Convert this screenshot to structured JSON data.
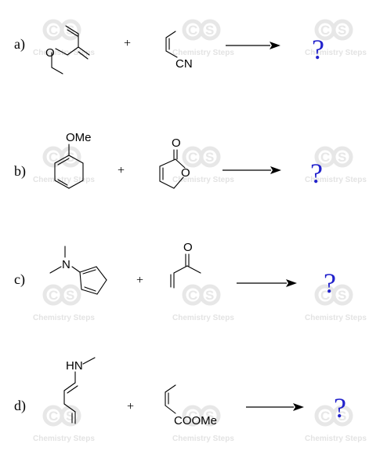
{
  "watermark": {
    "text": "Chemistry Steps",
    "letters": [
      "C",
      "S"
    ]
  },
  "colors": {
    "question_mark": "#2222cc",
    "ink": "#000000",
    "watermark": "#e5e5e5"
  },
  "problems": [
    {
      "label": "a)",
      "plus": "+",
      "substituents": [
        "CN"
      ],
      "answer": "?"
    },
    {
      "label": "b)",
      "plus": "+",
      "substituents": [
        "OMe",
        "O",
        "O"
      ],
      "answer": "?"
    },
    {
      "label": "c)",
      "plus": "+",
      "substituents": [
        "N",
        "O"
      ],
      "answer": "?"
    },
    {
      "label": "d)",
      "plus": "+",
      "substituents": [
        "HN",
        "COOMe"
      ],
      "answer": "?"
    }
  ]
}
